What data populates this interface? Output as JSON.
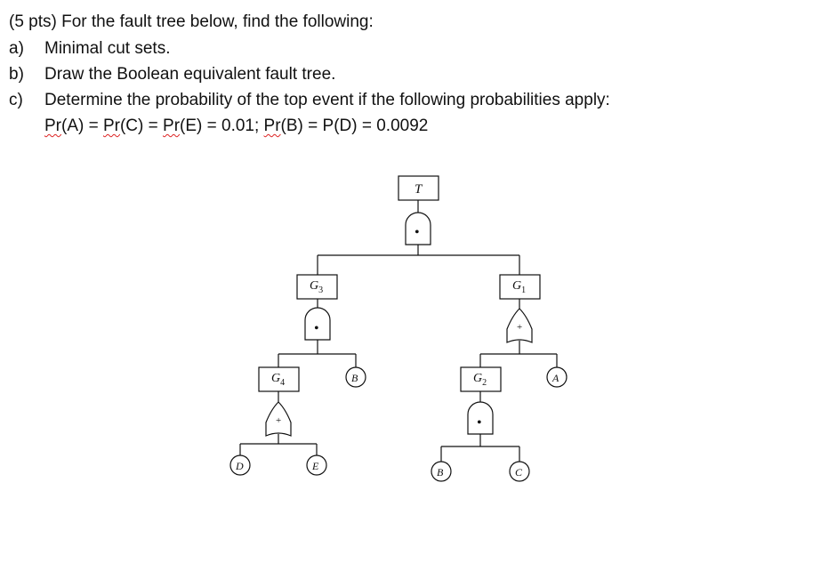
{
  "question": {
    "header": "(5 pts) For the fault tree below, find the following:",
    "items": [
      {
        "label": "a)",
        "text": "Minimal cut sets."
      },
      {
        "label": "b)",
        "text": "Draw the Boolean equivalent fault tree."
      },
      {
        "label": "c)",
        "text": "Determine the probability of the top event if the following probabilities apply:"
      }
    ],
    "probabilities": {
      "pr1": "Pr",
      "t1": "(A) = ",
      "pr2": "Pr",
      "t2": "(C) = ",
      "pr3": "Pr",
      "t3": "(E) = 0.01; ",
      "pr4": "Pr",
      "t4": "(B) = P(D) = 0.0092"
    }
  },
  "tree": {
    "top_event": "T",
    "gates": {
      "g1": {
        "label": "G",
        "sub": "1",
        "symbol": "+"
      },
      "g2": {
        "label": "G",
        "sub": "2",
        "symbol": "•"
      },
      "g3": {
        "label": "G",
        "sub": "3",
        "symbol": "•"
      },
      "g4": {
        "label": "G",
        "sub": "4",
        "symbol": "+"
      },
      "top": {
        "symbol": "•"
      }
    },
    "basic_events": {
      "a": "A",
      "b1": "B",
      "b2": "B",
      "c": "C",
      "d": "D",
      "e": "E"
    }
  }
}
